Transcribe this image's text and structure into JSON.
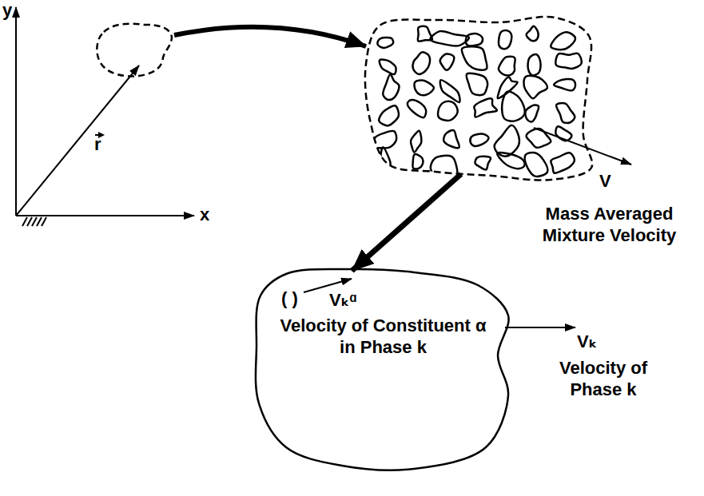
{
  "diagram": {
    "nodes": [
      {
        "text": [
          "V",
          "Mass Averaged Mixture Velocity"
        ]
      },
      {
        "text": [
          "( )",
          "Vₖᵅ",
          "Velocity of Constituent α in Phase k",
          "Vₖ",
          "Velocity of Phase k"
        ]
      }
    ],
    "edges": [
      {
        "from": 0,
        "to": 1,
        "arrow": "to"
      }
    ],
    "labels": [
      "y",
      "x",
      "r"
    ]
  }
}
